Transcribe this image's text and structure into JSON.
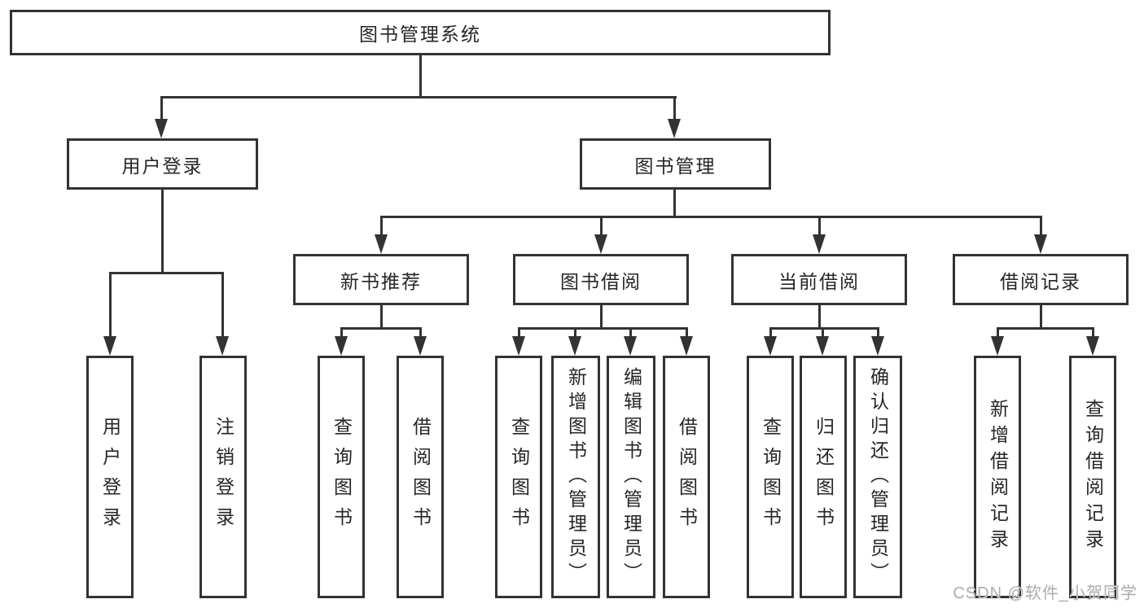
{
  "diagram": {
    "title": "图书管理系统",
    "nodes": {
      "root": {
        "label": "图书管理系统"
      },
      "user_login": {
        "label": "用户登录"
      },
      "book_mgmt": {
        "label": "图书管理"
      },
      "new_book": {
        "label": "新书推荐"
      },
      "book_borrow": {
        "label": "图书借阅"
      },
      "current_borrow": {
        "label": "当前借阅"
      },
      "borrow_record": {
        "label": "借阅记录"
      },
      "user_login_children": [
        "用户登录",
        "注销登录"
      ],
      "new_book_children": [
        "查询图书",
        "借阅图书"
      ],
      "book_borrow_children": [
        "查询图书",
        "新增图书（管理员）",
        "编辑图书（管理员）",
        "借阅图书"
      ],
      "current_borrow_children": [
        "查询图书",
        "归还图书",
        "确认归还（管理员）"
      ],
      "borrow_record_children": [
        "新增借阅记录",
        "查询借阅记录"
      ]
    },
    "watermark": "CSDN @软件_小贺同学",
    "colors": {
      "line": "#333333",
      "box_border": "#333333",
      "box_fill": "#ffffff",
      "text": "#262626",
      "watermark": "#b0b0b0",
      "background": "#ffffff"
    }
  }
}
